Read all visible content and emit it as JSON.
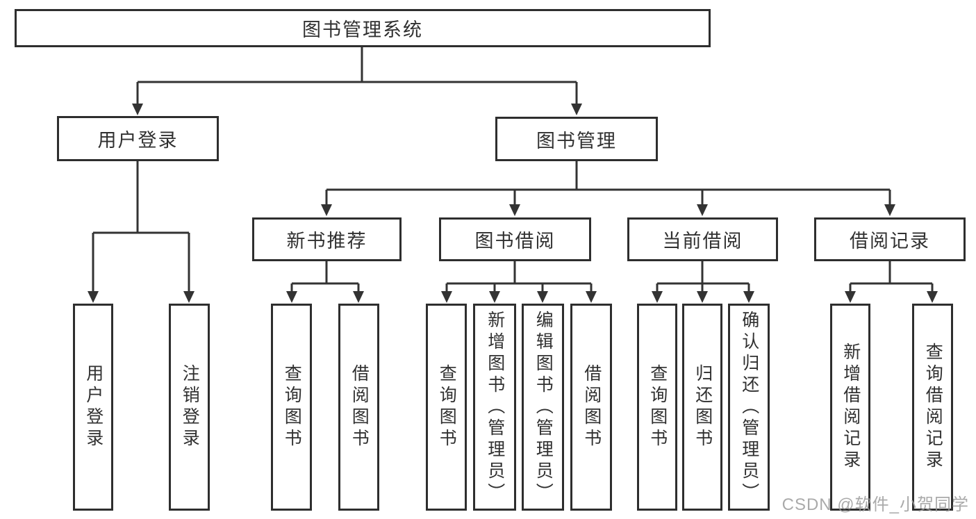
{
  "colors": {
    "background": "#ffffff",
    "line": "#333333",
    "box_border": "#2e2e2e",
    "box_fill": "#ffffff",
    "text": "#303030",
    "watermark": "#9c9c9c"
  },
  "watermark": {
    "text": "CSDN @软件_小贺同学"
  },
  "diagram": {
    "root": {
      "label": "图书管理系统"
    },
    "branches": [
      {
        "label": "用户登录",
        "children": [
          {
            "label": "用户登录"
          },
          {
            "label": "注销登录"
          }
        ]
      },
      {
        "label": "图书管理",
        "children": [
          {
            "label": "新书推荐",
            "children": [
              {
                "label": "查询图书"
              },
              {
                "label": "借阅图书"
              }
            ]
          },
          {
            "label": "图书借阅",
            "children": [
              {
                "label": "查询图书"
              },
              {
                "label": "新增图书（管理员）"
              },
              {
                "label": "编辑图书（管理员）"
              },
              {
                "label": "借阅图书"
              }
            ]
          },
          {
            "label": "当前借阅",
            "children": [
              {
                "label": "查询图书"
              },
              {
                "label": "归还图书"
              },
              {
                "label": "确认归还（管理员）"
              }
            ]
          },
          {
            "label": "借阅记录",
            "children": [
              {
                "label": "新增借阅记录"
              },
              {
                "label": "查询借阅记录"
              }
            ]
          }
        ]
      }
    ]
  }
}
